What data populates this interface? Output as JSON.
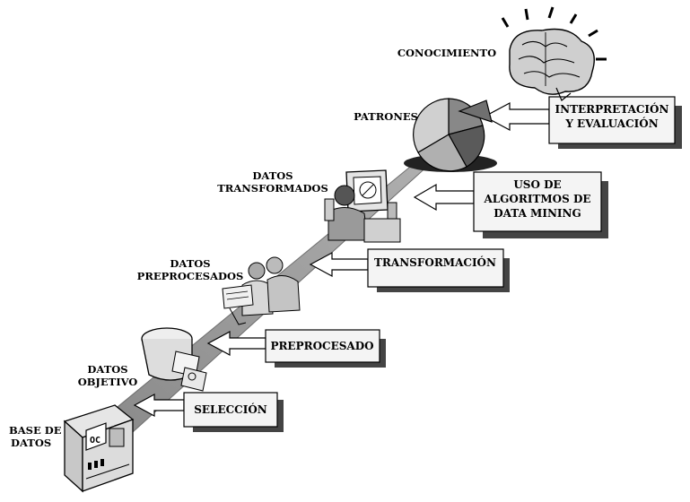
{
  "stages": [
    {
      "id": "base-de-datos",
      "lines": [
        "BASE DE",
        "DATOS"
      ],
      "icon": "database-server-icon"
    },
    {
      "id": "datos-objetivo",
      "lines": [
        "DATOS",
        "OBJETIVO"
      ],
      "icon": "data-bin-icon"
    },
    {
      "id": "datos-preprocesados",
      "lines": [
        "DATOS",
        "PREPROCESADOS"
      ],
      "icon": "workers-icon"
    },
    {
      "id": "datos-transformados",
      "lines": [
        "DATOS",
        "TRANSFORMADOS"
      ],
      "icon": "person-at-computer-icon"
    },
    {
      "id": "patrones",
      "lines": [
        "PATRONES"
      ],
      "icon": "pie-chart-icon"
    },
    {
      "id": "conocimiento",
      "lines": [
        "CONOCIMIENTO"
      ],
      "icon": "brain-icon"
    }
  ],
  "steps": [
    {
      "id": "seleccion",
      "lines": [
        "SELECCIÓN"
      ]
    },
    {
      "id": "preprocesado",
      "lines": [
        "PREPROCESADO"
      ]
    },
    {
      "id": "transformacion",
      "lines": [
        "TRANSFORMACIÓN"
      ]
    },
    {
      "id": "uso-de-algoritmos",
      "lines": [
        "USO DE",
        "ALGORITMOS DE",
        "DATA MINING"
      ]
    },
    {
      "id": "interpretacion",
      "lines": [
        "INTERPRETACIÓN",
        "Y EVALUACIÓN"
      ]
    }
  ],
  "colors": {
    "ramp": "#9a9a9a",
    "box_fill": "#f4f4f4",
    "shadow": "#444444",
    "stroke": "#000000"
  }
}
